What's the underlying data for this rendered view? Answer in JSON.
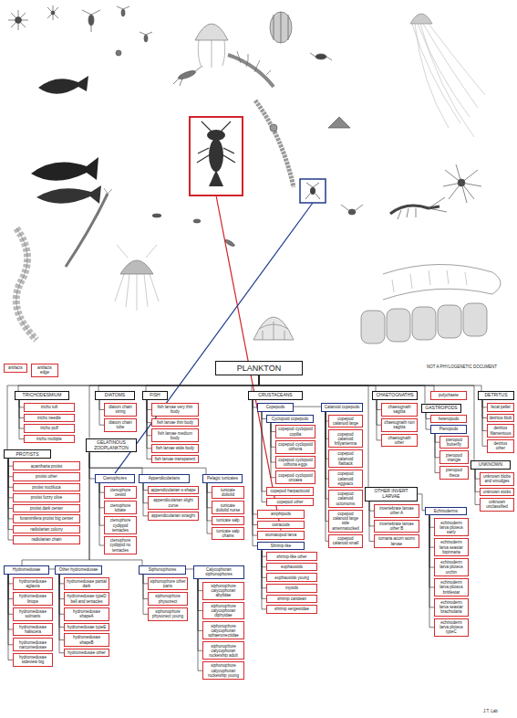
{
  "diagram": {
    "nodes": [
      {
        "text": [
          "artifacts"
        ]
      },
      {
        "text": [
          "artifacts edge"
        ]
      },
      {
        "text": [
          "PLANKTON"
        ]
      },
      {
        "text": [
          "TRICHODESMIUM"
        ]
      },
      {
        "text": [
          "tricho tuft"
        ]
      },
      {
        "text": [
          "tricho needle"
        ]
      },
      {
        "text": [
          "tricho puff"
        ]
      },
      {
        "text": [
          "tricho multiple"
        ]
      },
      {
        "text": [
          "PROTISTS"
        ]
      },
      {
        "text": [
          "acantharia protist"
        ]
      },
      {
        "text": [
          "protist other"
        ]
      },
      {
        "text": [
          "protist noctiluca"
        ]
      },
      {
        "text": [
          "protist fuzzy olive"
        ]
      },
      {
        "text": [
          "protist dark center"
        ]
      },
      {
        "text": [
          "foraminifera protist big center"
        ]
      },
      {
        "text": [
          "radiolarian colony"
        ]
      },
      {
        "text": [
          "radiolarian chain"
        ]
      },
      {
        "text": [
          "DIATOMS"
        ]
      },
      {
        "text": [
          "diatom chain string"
        ]
      },
      {
        "text": [
          "diatom chain tube"
        ]
      },
      {
        "text": [
          "GELATINOUS ZOOPLANKTON"
        ]
      },
      {
        "text": [
          "Ctenophores"
        ]
      },
      {
        "text": [
          "ctenophore cestid"
        ]
      },
      {
        "text": [
          "ctenophore lobate"
        ]
      },
      {
        "text": [
          "ctenophore cydippid tentacles"
        ]
      },
      {
        "text": [
          "ctenophore cydippid no tentacles"
        ]
      },
      {
        "text": [
          "Appendicularians"
        ]
      },
      {
        "text": [
          "appendicularian s-shape"
        ]
      },
      {
        "text": [
          "appendicularian slight curve"
        ]
      },
      {
        "text": [
          "appendicularian straight"
        ]
      },
      {
        "text": [
          "Pelagic tunicates"
        ]
      },
      {
        "text": [
          "tunicate doliolid"
        ]
      },
      {
        "text": [
          "tunicate doliolid nurse"
        ]
      },
      {
        "text": [
          "tunicate salp"
        ]
      },
      {
        "text": [
          "tunicate salp chains"
        ]
      },
      {
        "text": [
          "Hydromedusae"
        ]
      },
      {
        "text": [
          "hydromedusae aglaura"
        ]
      },
      {
        "text": [
          "hydromedusae liriope"
        ]
      },
      {
        "text": [
          "hydromedusae solmaris"
        ]
      },
      {
        "text": [
          "hydromedusae haliscera"
        ]
      },
      {
        "text": [
          "hydromedusae narcomedusae"
        ]
      },
      {
        "text": [
          "hydromedusae sideview big"
        ]
      },
      {
        "text": [
          "Other hydromedusae"
        ]
      },
      {
        "text": [
          "hydromedusae partial dark"
        ]
      },
      {
        "text": [
          "hydromedusae typeD bell and tentacles"
        ]
      },
      {
        "text": [
          "hydromedusae shapeA"
        ]
      },
      {
        "text": [
          "hydromedusae typeE"
        ]
      },
      {
        "text": [
          "hydromedusae shapeB"
        ]
      },
      {
        "text": [
          "hydromedusae other"
        ]
      },
      {
        "text": [
          "Siphonophores"
        ]
      },
      {
        "text": [
          "siphonophore other parts"
        ]
      },
      {
        "text": [
          "siphonophore physonect"
        ]
      },
      {
        "text": [
          "siphonophore physonect young"
        ]
      },
      {
        "text": [
          "Calycophoran siphonophores"
        ]
      },
      {
        "text": [
          "siphonophore calycophoran abylidae"
        ]
      },
      {
        "text": [
          "siphonophore calycophoran diphyidae"
        ]
      },
      {
        "text": [
          "siphonophore calycophoran sphaeronectidae"
        ]
      },
      {
        "text": [
          "siphonophore calycophoran rocketship adult"
        ]
      },
      {
        "text": [
          "siphonophore calycophoran rocketship young"
        ]
      },
      {
        "text": [
          "FISH"
        ]
      },
      {
        "text": [
          "fish larvae very thin body"
        ]
      },
      {
        "text": [
          "fish larvae thin body"
        ]
      },
      {
        "text": [
          "fish larvae medium body"
        ]
      },
      {
        "text": [
          "fish larvae wide body"
        ]
      },
      {
        "text": [
          "fish larvae transparent"
        ]
      },
      {
        "text": [
          "CRUSTACEANS"
        ]
      },
      {
        "text": [
          "Copepods"
        ]
      },
      {
        "text": [
          "Cyclopoid copepods"
        ]
      },
      {
        "text": [
          "copepod cyclopoid copilia"
        ]
      },
      {
        "text": [
          "copepod cyclopoid oithona"
        ]
      },
      {
        "text": [
          "copepod cyclopoid oithona eggs"
        ]
      },
      {
        "text": [
          "copepod cyclopoid oncaea"
        ]
      },
      {
        "text": [
          "copepod harpacticoid"
        ]
      },
      {
        "text": [
          "copepod other"
        ]
      },
      {
        "text": [
          "Calanoid copepods"
        ]
      },
      {
        "text": [
          "copepod calanoid large"
        ]
      },
      {
        "text": [
          "copepod calanoid frillyantenna"
        ]
      },
      {
        "text": [
          "copepod calanoid flatback"
        ]
      },
      {
        "text": [
          "copepod calanoid eggsacs"
        ]
      },
      {
        "text": [
          "copepod calanoid octomoms"
        ]
      },
      {
        "text": [
          "copepod calanoid large side antennatucked"
        ]
      },
      {
        "text": [
          "copepod calanoid small"
        ]
      },
      {
        "text": [
          "amphipods"
        ]
      },
      {
        "text": [
          "ostracods"
        ]
      },
      {
        "text": [
          "stomatopod larva"
        ]
      },
      {
        "text": [
          "Shrimp-like"
        ]
      },
      {
        "text": [
          "shrimp-like other"
        ]
      },
      {
        "text": [
          "euphausiids"
        ]
      },
      {
        "text": [
          "euphausiids young"
        ]
      },
      {
        "text": [
          "mysids"
        ]
      },
      {
        "text": [
          "shrimp caridean"
        ]
      },
      {
        "text": [
          "shrimp sergestidae"
        ]
      },
      {
        "text": [
          "CHAETOGNATHS"
        ]
      },
      {
        "text": [
          "chaetognath sagitta"
        ]
      },
      {
        "text": [
          "chaetognath non sagitta"
        ]
      },
      {
        "text": [
          "chaetognath other"
        ]
      },
      {
        "text": [
          "OTHER INVERT LARVAE"
        ]
      },
      {
        "text": [
          "invertebrate larvae other A"
        ]
      },
      {
        "text": [
          "invertebrate larvae other B"
        ]
      },
      {
        "text": [
          "tornaria acorn worm larvae"
        ]
      },
      {
        "text": [
          "Echinoderms"
        ]
      },
      {
        "text": [
          "echinoderm larva pluteus early"
        ]
      },
      {
        "text": [
          "echinoderm larva seastar bipinnaria"
        ]
      },
      {
        "text": [
          "echinoderm larva pluteus urchin"
        ]
      },
      {
        "text": [
          "echinoderm larva pluteus brittlestar"
        ]
      },
      {
        "text": [
          "echinoderm larva seastar brachiolaria"
        ]
      },
      {
        "text": [
          "echinoderm larva pluteus typeC"
        ]
      },
      {
        "text": [
          "polychaete"
        ]
      },
      {
        "text": [
          "GASTROPODS"
        ]
      },
      {
        "text": [
          "heteropods"
        ]
      },
      {
        "text": [
          "Pteropods"
        ]
      },
      {
        "text": [
          "pteropod butterfly"
        ]
      },
      {
        "text": [
          "pteropod triangle"
        ]
      },
      {
        "text": [
          "pteropod theca"
        ]
      },
      {
        "text": [
          "DETRITUS"
        ]
      },
      {
        "text": [
          "fecal pellet"
        ]
      },
      {
        "text": [
          "detritus blob"
        ]
      },
      {
        "text": [
          "detritus filamentous"
        ]
      },
      {
        "text": [
          "detritus other"
        ]
      },
      {
        "text": [
          "UNKNOWN"
        ]
      },
      {
        "text": [
          "unknown blobs and smudges"
        ]
      },
      {
        "text": [
          "unknown sticks"
        ]
      },
      {
        "text": [
          "unknown unclassified"
        ]
      }
    ],
    "edges": [
      {
        "from": 2,
        "to": 3,
        "arrow": "none"
      },
      {
        "from": 2,
        "to": 8,
        "arrow": "none"
      },
      {
        "from": 2,
        "to": 17,
        "arrow": "none"
      },
      {
        "from": 2,
        "to": 20,
        "arrow": "none"
      },
      {
        "from": 2,
        "to": 59,
        "arrow": "none"
      },
      {
        "from": 2,
        "to": 65,
        "arrow": "none"
      },
      {
        "from": 2,
        "to": 92,
        "arrow": "none"
      },
      {
        "from": 2,
        "to": 96,
        "arrow": "none"
      },
      {
        "from": 2,
        "to": 107,
        "arrow": "none"
      },
      {
        "from": 2,
        "to": 108,
        "arrow": "none"
      },
      {
        "from": 2,
        "to": 114,
        "arrow": "none"
      },
      {
        "from": 2,
        "to": 119,
        "arrow": "none"
      },
      {
        "from": 3,
        "to": 4,
        "arrow": "none"
      },
      {
        "from": 3,
        "to": 5,
        "arrow": "none"
      },
      {
        "from": 3,
        "to": 6,
        "arrow": "none"
      },
      {
        "from": 3,
        "to": 7,
        "arrow": "none"
      },
      {
        "from": 8,
        "to": 9,
        "arrow": "none"
      },
      {
        "from": 8,
        "to": 10,
        "arrow": "none"
      },
      {
        "from": 8,
        "to": 11,
        "arrow": "none"
      },
      {
        "from": 8,
        "to": 12,
        "arrow": "none"
      },
      {
        "from": 8,
        "to": 13,
        "arrow": "none"
      },
      {
        "from": 8,
        "to": 14,
        "arrow": "none"
      },
      {
        "from": 8,
        "to": 15,
        "arrow": "none"
      },
      {
        "from": 8,
        "to": 16,
        "arrow": "none"
      },
      {
        "from": 17,
        "to": 18,
        "arrow": "none"
      },
      {
        "from": 17,
        "to": 19,
        "arrow": "none"
      },
      {
        "from": 20,
        "to": 21,
        "arrow": "none"
      },
      {
        "from": 20,
        "to": 26,
        "arrow": "none"
      },
      {
        "from": 20,
        "to": 30,
        "arrow": "none"
      },
      {
        "from": 20,
        "to": 35,
        "arrow": "none"
      },
      {
        "from": 20,
        "to": 49,
        "arrow": "none"
      },
      {
        "from": 21,
        "to": 22,
        "arrow": "none"
      },
      {
        "from": 21,
        "to": 23,
        "arrow": "none"
      },
      {
        "from": 21,
        "to": 24,
        "arrow": "none"
      },
      {
        "from": 21,
        "to": 25,
        "arrow": "none"
      },
      {
        "from": 26,
        "to": 27,
        "arrow": "none"
      },
      {
        "from": 26,
        "to": 28,
        "arrow": "none"
      },
      {
        "from": 26,
        "to": 29,
        "arrow": "none"
      },
      {
        "from": 30,
        "to": 31,
        "arrow": "none"
      },
      {
        "from": 30,
        "to": 32,
        "arrow": "none"
      },
      {
        "from": 30,
        "to": 33,
        "arrow": "none"
      },
      {
        "from": 30,
        "to": 34,
        "arrow": "none"
      },
      {
        "from": 35,
        "to": 36,
        "arrow": "none"
      },
      {
        "from": 35,
        "to": 37,
        "arrow": "none"
      },
      {
        "from": 35,
        "to": 38,
        "arrow": "none"
      },
      {
        "from": 35,
        "to": 39,
        "arrow": "none"
      },
      {
        "from": 35,
        "to": 40,
        "arrow": "none"
      },
      {
        "from": 35,
        "to": 41,
        "arrow": "none"
      },
      {
        "from": 35,
        "to": 42,
        "arrow": "none"
      },
      {
        "from": 42,
        "to": 43,
        "arrow": "none"
      },
      {
        "from": 42,
        "to": 44,
        "arrow": "none"
      },
      {
        "from": 42,
        "to": 45,
        "arrow": "none"
      },
      {
        "from": 42,
        "to": 46,
        "arrow": "none"
      },
      {
        "from": 42,
        "to": 47,
        "arrow": "none"
      },
      {
        "from": 42,
        "to": 48,
        "arrow": "none"
      },
      {
        "from": 49,
        "to": 50,
        "arrow": "none"
      },
      {
        "from": 49,
        "to": 51,
        "arrow": "none"
      },
      {
        "from": 49,
        "to": 52,
        "arrow": "none"
      },
      {
        "from": 49,
        "to": 53,
        "arrow": "none"
      },
      {
        "from": 53,
        "to": 54,
        "arrow": "none"
      },
      {
        "from": 53,
        "to": 55,
        "arrow": "none"
      },
      {
        "from": 53,
        "to": 56,
        "arrow": "none"
      },
      {
        "from": 53,
        "to": 57,
        "arrow": "none"
      },
      {
        "from": 53,
        "to": 58,
        "arrow": "none"
      },
      {
        "from": 59,
        "to": 60,
        "arrow": "none"
      },
      {
        "from": 59,
        "to": 61,
        "arrow": "none"
      },
      {
        "from": 59,
        "to": 62,
        "arrow": "none"
      },
      {
        "from": 59,
        "to": 63,
        "arrow": "none"
      },
      {
        "from": 59,
        "to": 64,
        "arrow": "none"
      },
      {
        "from": 65,
        "to": 66,
        "arrow": "none"
      },
      {
        "from": 65,
        "to": 82,
        "arrow": "none"
      },
      {
        "from": 65,
        "to": 83,
        "arrow": "none"
      },
      {
        "from": 65,
        "to": 84,
        "arrow": "none"
      },
      {
        "from": 65,
        "to": 85,
        "arrow": "none"
      },
      {
        "from": 66,
        "to": 67,
        "arrow": "none"
      },
      {
        "from": 66,
        "to": 72,
        "arrow": "none"
      },
      {
        "from": 66,
        "to": 73,
        "arrow": "none"
      },
      {
        "from": 66,
        "to": 74,
        "arrow": "none"
      },
      {
        "from": 67,
        "to": 68,
        "arrow": "none"
      },
      {
        "from": 67,
        "to": 69,
        "arrow": "none"
      },
      {
        "from": 67,
        "to": 70,
        "arrow": "none"
      },
      {
        "from": 67,
        "to": 71,
        "arrow": "none"
      },
      {
        "from": 74,
        "to": 75,
        "arrow": "none"
      },
      {
        "from": 74,
        "to": 76,
        "arrow": "none"
      },
      {
        "from": 74,
        "to": 77,
        "arrow": "none"
      },
      {
        "from": 74,
        "to": 78,
        "arrow": "none"
      },
      {
        "from": 74,
        "to": 79,
        "arrow": "none"
      },
      {
        "from": 74,
        "to": 80,
        "arrow": "none"
      },
      {
        "from": 74,
        "to": 81,
        "arrow": "none"
      },
      {
        "from": 85,
        "to": 86,
        "arrow": "none"
      },
      {
        "from": 85,
        "to": 87,
        "arrow": "none"
      },
      {
        "from": 85,
        "to": 88,
        "arrow": "none"
      },
      {
        "from": 85,
        "to": 89,
        "arrow": "none"
      },
      {
        "from": 85,
        "to": 90,
        "arrow": "none"
      },
      {
        "from": 85,
        "to": 91,
        "arrow": "none"
      },
      {
        "from": 92,
        "to": 93,
        "arrow": "none"
      },
      {
        "from": 92,
        "to": 94,
        "arrow": "none"
      },
      {
        "from": 92,
        "to": 95,
        "arrow": "none"
      },
      {
        "from": 96,
        "to": 97,
        "arrow": "none"
      },
      {
        "from": 96,
        "to": 98,
        "arrow": "none"
      },
      {
        "from": 96,
        "to": 99,
        "arrow": "none"
      },
      {
        "from": 96,
        "to": 100,
        "arrow": "none"
      },
      {
        "from": 100,
        "to": 101,
        "arrow": "none"
      },
      {
        "from": 100,
        "to": 102,
        "arrow": "none"
      },
      {
        "from": 100,
        "to": 103,
        "arrow": "none"
      },
      {
        "from": 100,
        "to": 104,
        "arrow": "none"
      },
      {
        "from": 100,
        "to": 105,
        "arrow": "none"
      },
      {
        "from": 100,
        "to": 106,
        "arrow": "none"
      },
      {
        "from": 108,
        "to": 109,
        "arrow": "none"
      },
      {
        "from": 108,
        "to": 110,
        "arrow": "none"
      },
      {
        "from": 110,
        "to": 111,
        "arrow": "none"
      },
      {
        "from": 110,
        "to": 112,
        "arrow": "none"
      },
      {
        "from": 110,
        "to": 113,
        "arrow": "none"
      },
      {
        "from": 114,
        "to": 115,
        "arrow": "none"
      },
      {
        "from": 114,
        "to": 116,
        "arrow": "none"
      },
      {
        "from": 114,
        "to": 117,
        "arrow": "none"
      },
      {
        "from": 114,
        "to": 118,
        "arrow": "none"
      },
      {
        "from": 119,
        "to": 120,
        "arrow": "none"
      },
      {
        "from": 119,
        "to": 121,
        "arrow": "none"
      },
      {
        "from": 119,
        "to": 122,
        "arrow": "none"
      }
    ],
    "labels": [
      "NOT A PHYLOGENETIC DOCUMENT",
      "J.T. Lab"
    ]
  }
}
